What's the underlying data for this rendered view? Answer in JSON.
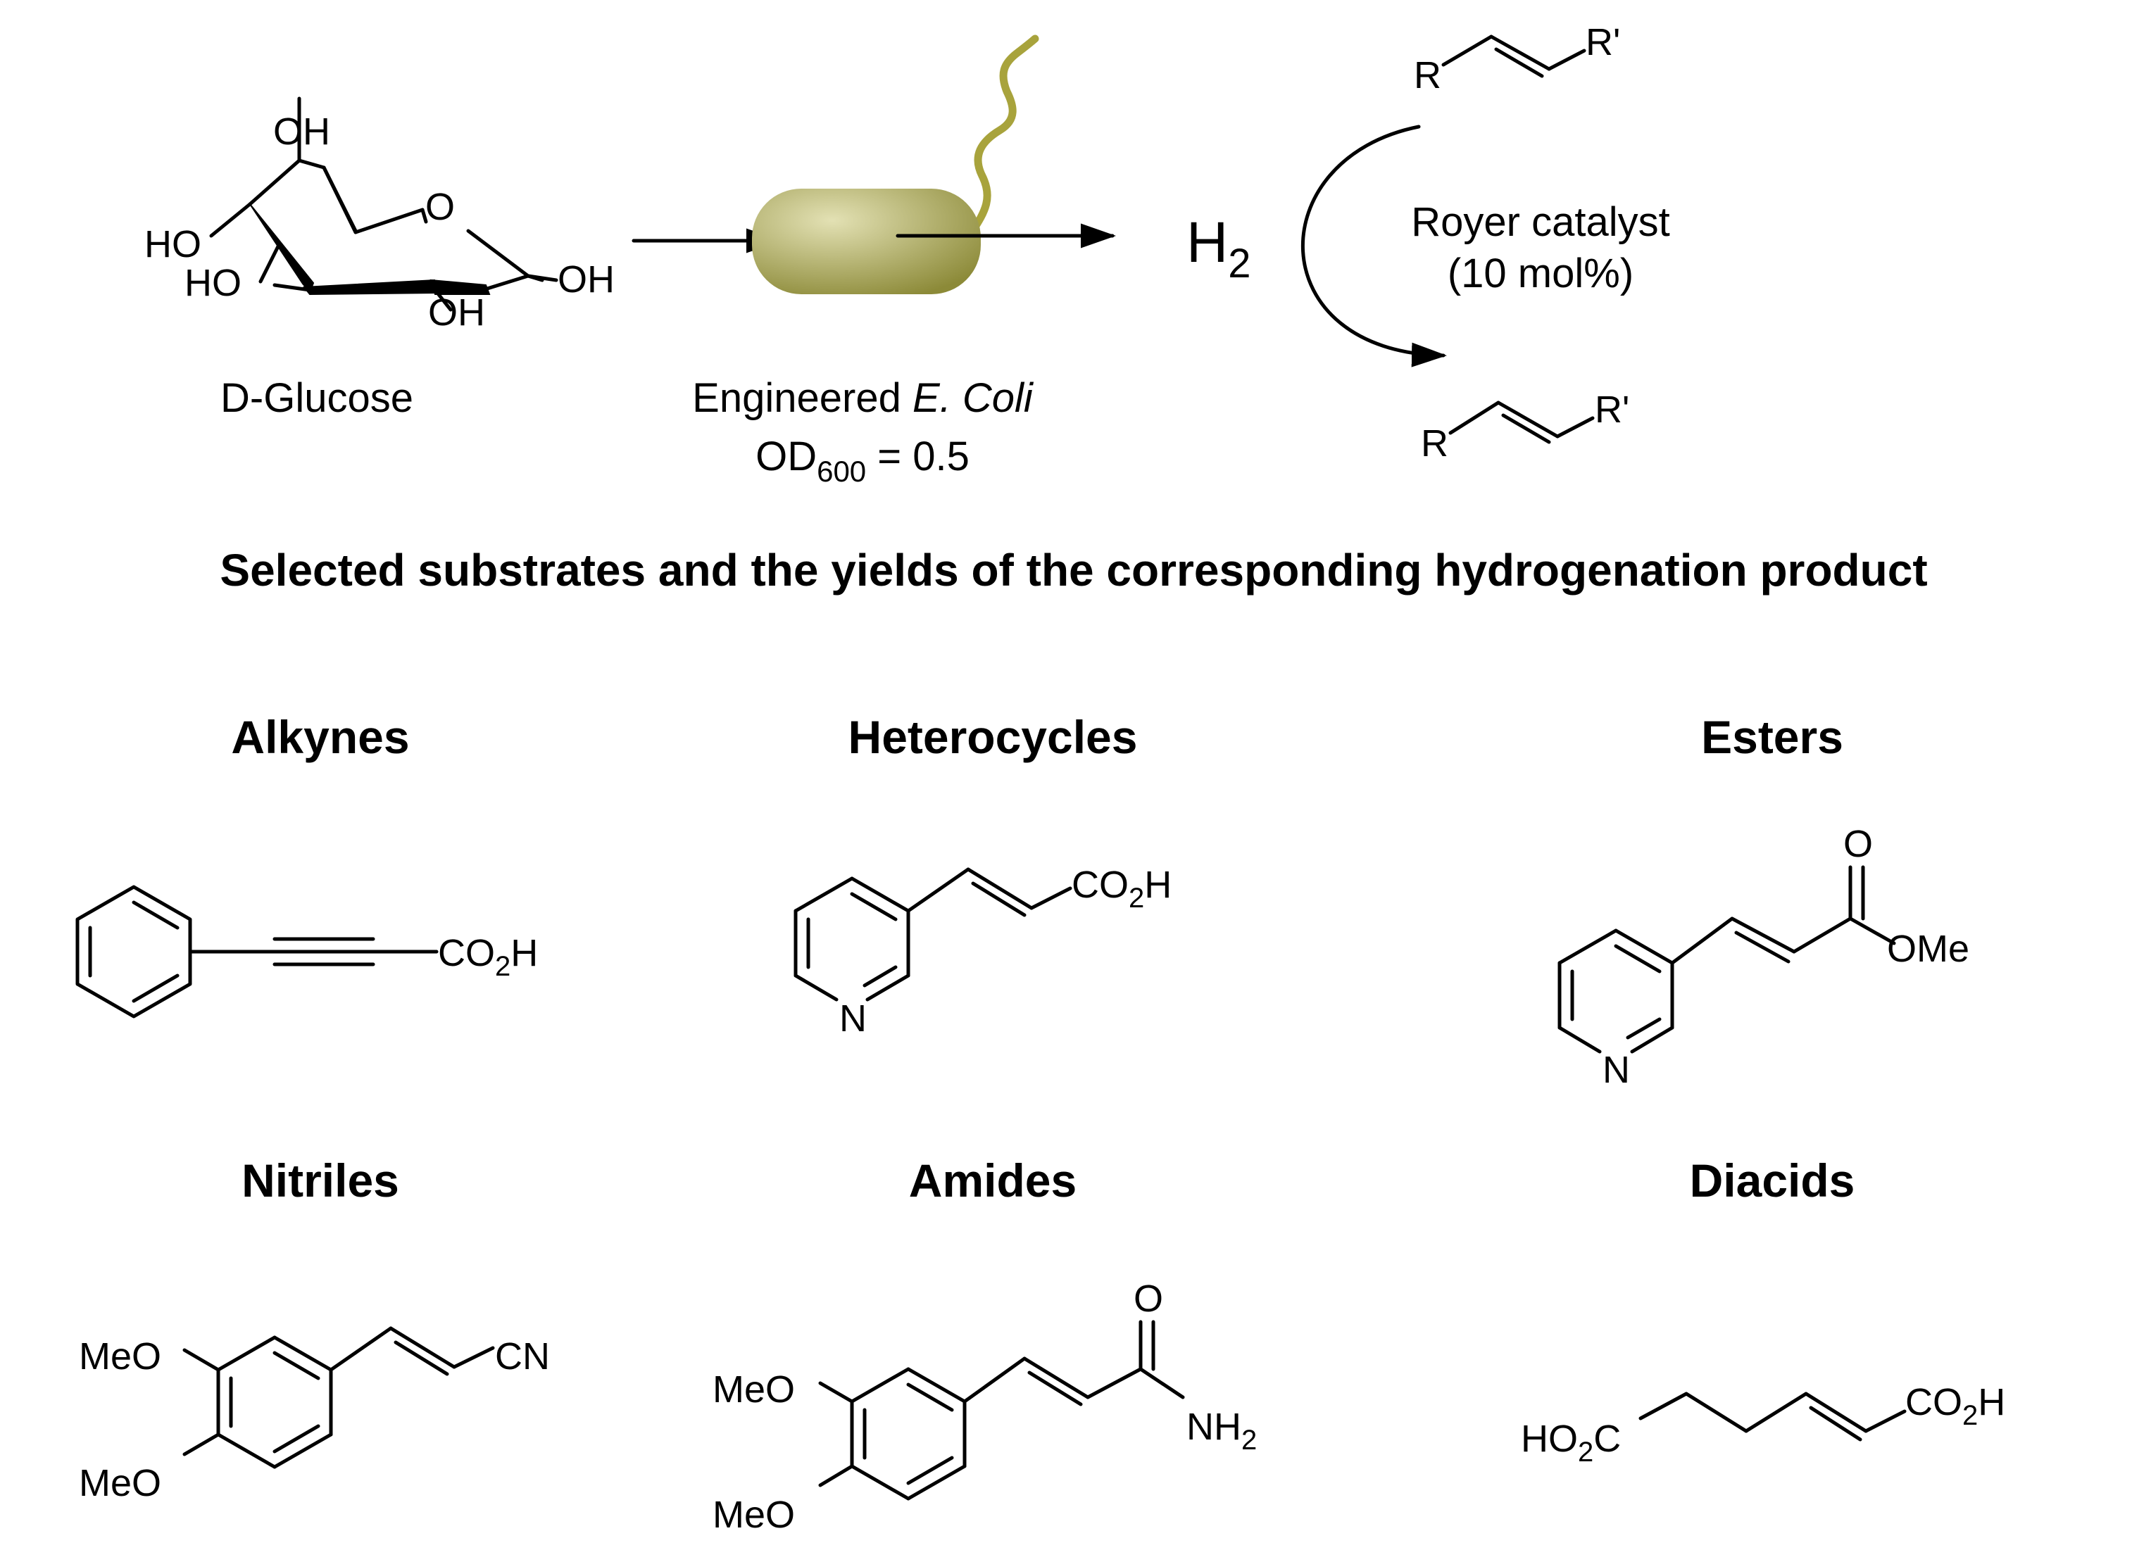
{
  "scheme": {
    "glucose_label": "D-Glucose",
    "ecoli_prefix": "Engineered ",
    "ecoli_italic": "E. Coli",
    "od_prefix": "OD",
    "od_sub": "600",
    "od_suffix": " = 0.5",
    "h2_main": "H",
    "h2_sub": "2",
    "catalyst_line1": "Royer catalyst",
    "catalyst_line2": "(10 mol%)"
  },
  "atoms": {
    "R": "R",
    "R_prime": "R'",
    "OH": "OH",
    "HO": "HO",
    "O": "O",
    "N": "N",
    "CO": "CO",
    "H": "H",
    "sub2": "2",
    "OMe": "OMe",
    "MeO": "MeO",
    "CN": "CN",
    "NH": "NH",
    "HO2C_a": "HO",
    "HO2C_b": "C"
  },
  "section_title": "Selected substrates and the yields of the corresponding hydrogenation product",
  "categories": [
    "Alkynes",
    "Heterocycles",
    "Esters",
    "Nitriles",
    "Amides",
    "Diacids"
  ],
  "colors": {
    "bacterium_light": "#e3e1b4",
    "bacterium_dark": "#8c8a38",
    "flagellum": "#a8a33c"
  }
}
